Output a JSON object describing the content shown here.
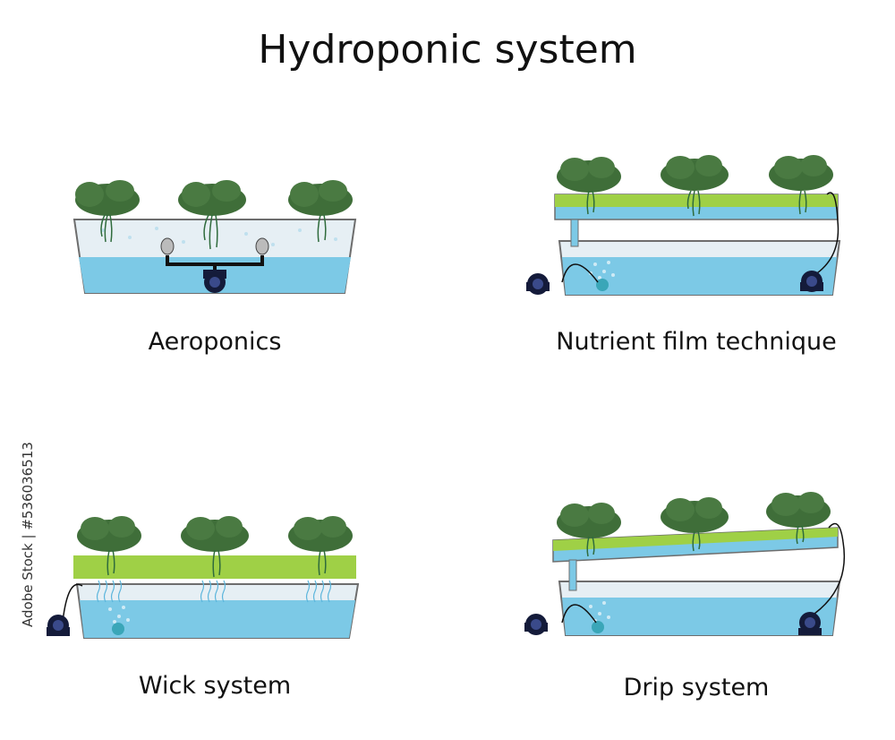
{
  "title": "Hydroponic system",
  "systems": [
    {
      "label": "Aeroponics"
    },
    {
      "label": "Nutrient film technique"
    },
    {
      "label": "Wick system"
    },
    {
      "label": "Drip system"
    }
  ],
  "credit": "Adobe Stock | #536036513",
  "colors": {
    "water": "#7cc9e6",
    "water_dark": "#5bb5dc",
    "air": "#e6eff4",
    "plant": "#3f6e39",
    "plant_dark": "#2b5228",
    "roots": "#2f6b3c",
    "tray": "#9fd046",
    "pump": "#141b3a",
    "tank_border": "#6d6d6d"
  }
}
